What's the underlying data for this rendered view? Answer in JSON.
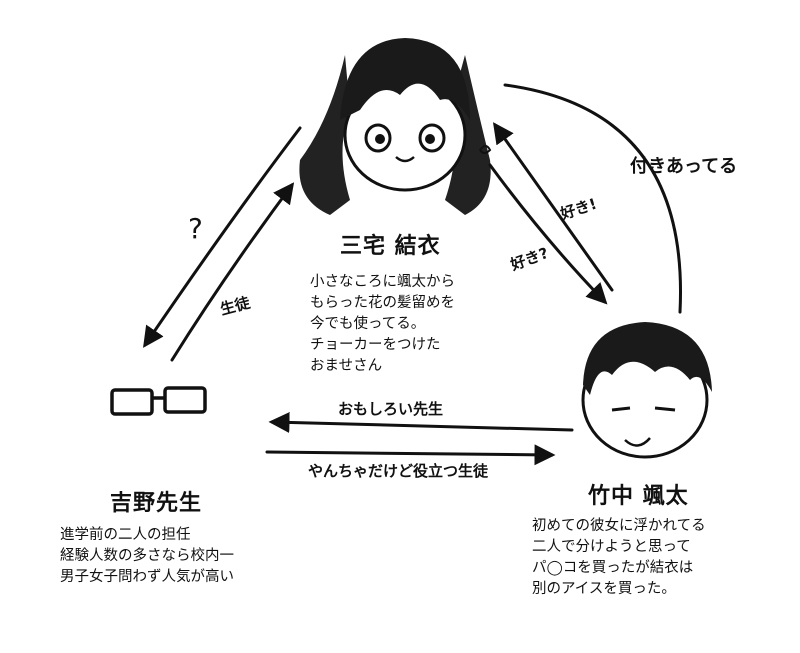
{
  "characters": {
    "yui": {
      "name": "三宅 結衣",
      "description": [
        "小さなころに颯太から",
        "もらった花の髪留めを",
        "今でも使ってる。",
        "チョーカーをつけた",
        "おませさん"
      ]
    },
    "yoshino": {
      "name": "吉野先生",
      "description": [
        "進学前の二人の担任",
        "経験人数の多さなら校内一",
        "男子女子問わず人気が高い"
      ]
    },
    "sota": {
      "name": "竹中 颯太",
      "description": [
        "初めての彼女に浮かれてる",
        "二人で分けようと思って",
        "パ◯コを買ったが結衣は",
        "別のアイスを買った。"
      ]
    }
  },
  "relations": {
    "dating": "付きあってる",
    "likes": "好き!",
    "likes_question": "好き?",
    "student": "生徒",
    "unknown": "?",
    "interesting_teacher": "おもしろい先生",
    "useful_teacher": "やんちゃだけど役立つ生徒"
  },
  "colors": {
    "ink": "#111111",
    "background": "#ffffff"
  }
}
